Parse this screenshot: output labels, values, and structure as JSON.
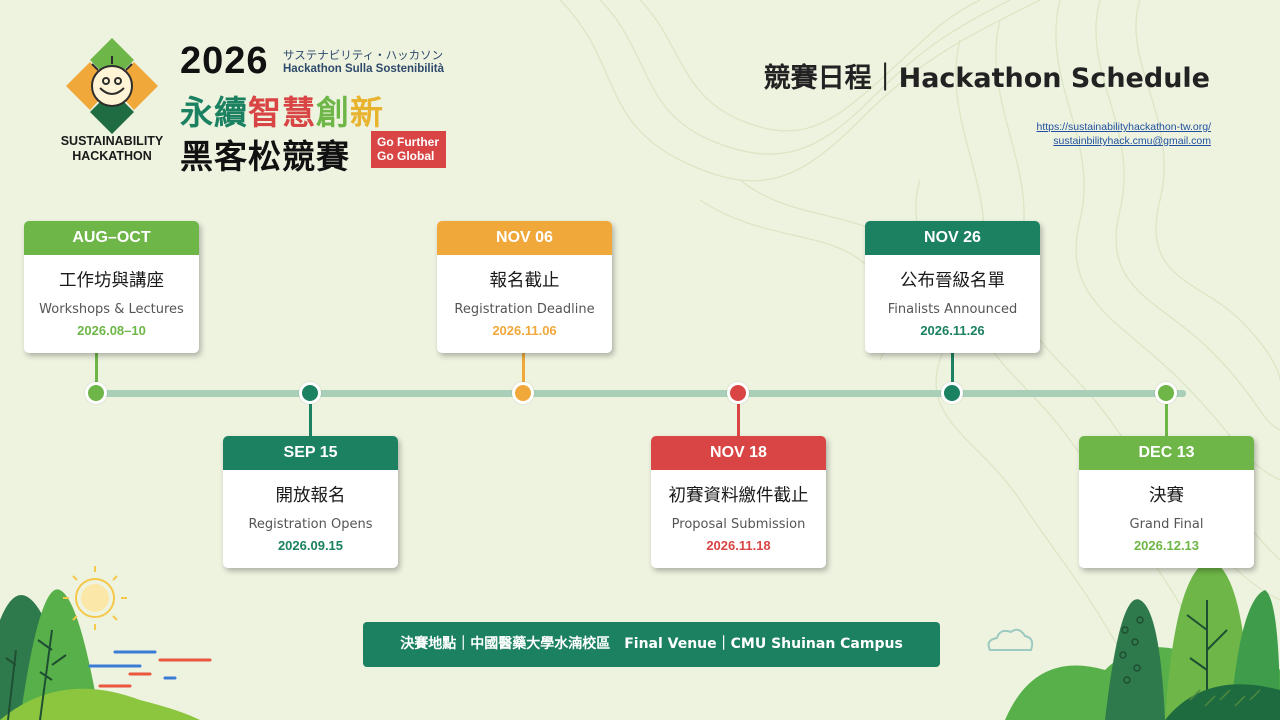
{
  "colors": {
    "background": "#eef3e0",
    "green_light": "#6db647",
    "green_dark": "#1b8161",
    "orange": "#f0a83a",
    "red": "#d94545"
  },
  "logo": {
    "caption_line1": "SUSTAINABILITY",
    "caption_line2": "HACKATHON",
    "year": "2026",
    "subtitle_jp": "サステナビリティ・ハッカソン",
    "subtitle_it": "Hackathon Sulla Sostenibilità",
    "title_chars": [
      "永",
      "續",
      "智",
      "慧",
      "創",
      "新"
    ],
    "title_line2": "黑客松競賽",
    "badge_line1": "Go Further",
    "badge_line2": "Go Global"
  },
  "header": {
    "schedule_title": "競賽日程｜Hackathon Schedule",
    "website": "https://sustainabilityhackathon-tw.org/",
    "email": "sustainbilityhack.cmu@gmail.com"
  },
  "events": [
    {
      "label": "AUG–OCT",
      "zh": "工作坊與講座",
      "en": "Workshops & Lectures",
      "date": "2026.08–10",
      "color": "#6db647"
    },
    {
      "label": "SEP 15",
      "zh": "開放報名",
      "en": "Registration Opens",
      "date": "2026.09.15",
      "color": "#1b8161"
    },
    {
      "label": "NOV 06",
      "zh": "報名截止",
      "en": "Registration Deadline",
      "date": "2026.11.06",
      "color": "#f0a83a"
    },
    {
      "label": "NOV 18",
      "zh": "初賽資料繳件截止",
      "en": "Proposal Submission",
      "date": "2026.11.18",
      "color": "#d94545"
    },
    {
      "label": "NOV 26",
      "zh": "公布晉級名單",
      "en": "Finalists Announced",
      "date": "2026.11.26",
      "color": "#1b8161"
    },
    {
      "label": "DEC 13",
      "zh": "決賽",
      "en": "Grand Final",
      "date": "2026.12.13",
      "color": "#6db647"
    }
  ],
  "venue": {
    "text": "決賽地點｜中國醫藥大學水湳校區　Final Venue｜CMU Shuinan Campus"
  }
}
